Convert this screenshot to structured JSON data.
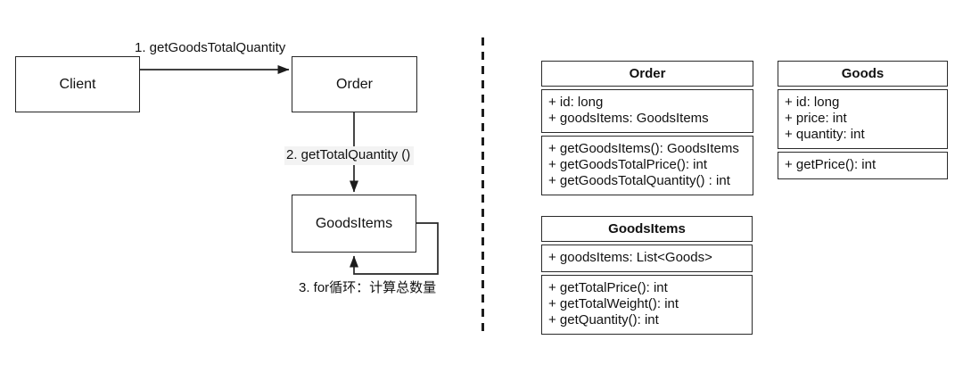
{
  "diagram": {
    "background": "#ffffff",
    "line_color": "#262626",
    "text_color": "#111111",
    "message2_highlight": "#f3f3f3"
  },
  "sequence": {
    "nodes": {
      "client": "Client",
      "order": "Order",
      "goods_items": "GoodsItems"
    },
    "messages": {
      "m1": "1. getGoodsTotalQuantity",
      "m2": "2. getTotalQuantity ()",
      "m3": "3. for循环：计算总数量"
    }
  },
  "classes": [
    {
      "name": "Order",
      "attributes": [
        "+ id: long",
        "+ goodsItems: GoodsItems"
      ],
      "methods": [
        "+ getGoodsItems(): GoodsItems",
        "+ getGoodsTotalPrice(): int",
        "+ getGoodsTotalQuantity() : int"
      ]
    },
    {
      "name": "Goods",
      "attributes": [
        "+ id: long",
        "+ price: int",
        "+ quantity: int"
      ],
      "methods": [
        "+ getPrice(): int"
      ]
    },
    {
      "name": "GoodsItems",
      "attributes": [
        "+ goodsItems: List<Goods>"
      ],
      "methods": [
        "+ getTotalPrice(): int",
        "+ getTotalWeight(): int",
        "+ getQuantity(): int"
      ]
    }
  ]
}
